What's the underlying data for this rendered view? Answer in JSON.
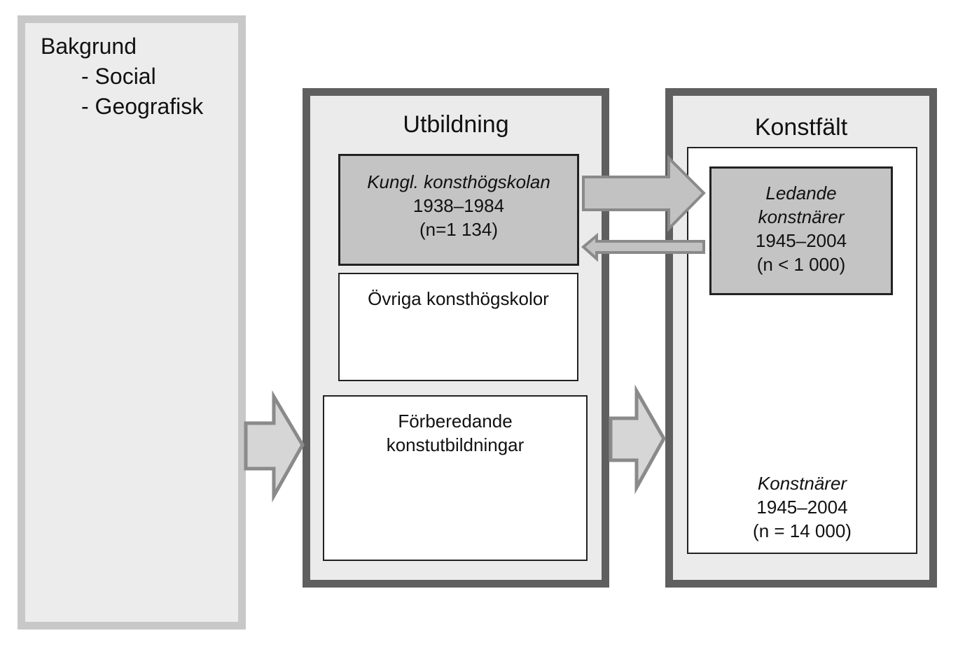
{
  "background_panel": {
    "title": "Bakgrund",
    "items": [
      "- Social",
      "- Geografisk"
    ]
  },
  "education_panel": {
    "title": "Utbildning",
    "royal_academy": {
      "name": "Kungl. konsthögskolan",
      "years": "1938–1984",
      "count": "(n=1 134)"
    },
    "other_academies": {
      "name": "Övriga konsthögskolor"
    },
    "preparatory": {
      "line1": "Förberedande",
      "line2": "konstutbildningar"
    }
  },
  "art_field_panel": {
    "title": "Konstfält",
    "leading_artists": {
      "line1": "Ledande",
      "line2": "konstnärer",
      "years": "1945–2004",
      "count": "(n < 1 000)"
    },
    "artists": {
      "name": "Konstnärer",
      "years": "1945–2004",
      "count": "(n = 14 000)"
    }
  },
  "colors": {
    "light_panel_border": "#c8c8c8",
    "dark_panel_border": "#5f5f5f",
    "panel_fill": "#ebebeb",
    "highlight_fill": "#c4c4c4",
    "arrow_fill": "#c2c2c2",
    "arrow_stroke": "#8a8a8a"
  }
}
